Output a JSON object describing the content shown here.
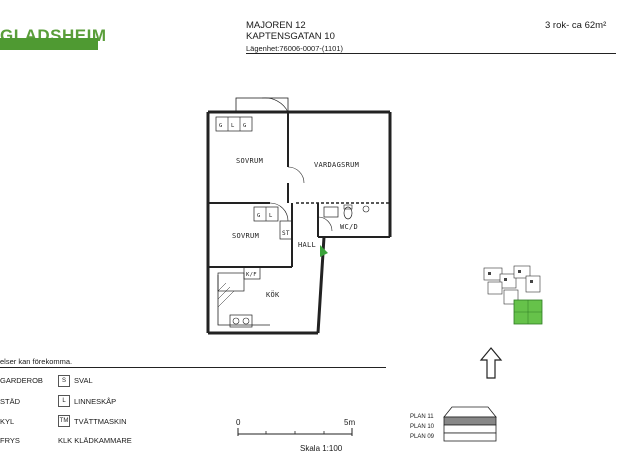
{
  "brand": {
    "name": "GLADSHEIM",
    "color": "#4f9a32"
  },
  "header": {
    "property": "MAJOREN 12",
    "street": "KAPTENSGATAN 10",
    "apartment": "Lägenhet:76006-0007-(1101)",
    "size": "3 rok- ca 62m²"
  },
  "rooms": {
    "bedroom1": "SOVRUM",
    "living": "VARDAGSRUM",
    "bedroom2": "SOVRUM",
    "wc": "WC/D",
    "hall": "HALL",
    "kitchen": "KÖK",
    "storage": "ST",
    "fridge": "K/F",
    "g1": "G",
    "g2": "L",
    "g3": "G",
    "g4": "G",
    "g5": "L"
  },
  "legend": {
    "note": "elser kan förekomma.",
    "left": [
      "GARDEROB",
      "STÄD",
      "KYL",
      "FRYS"
    ],
    "codes": [
      "S",
      "L",
      "TM"
    ],
    "right": [
      "SVAL",
      "LINNESKÅP",
      "TVÄTTMASKIN",
      "KLK KLÄDKAMMARE"
    ]
  },
  "scale": {
    "zero": "0",
    "five": "5m",
    "label": "Skala 1:100"
  },
  "floors": [
    "PLAN 11",
    "PLAN 10",
    "PLAN 09"
  ],
  "colors": {
    "accent": "#4f9a32",
    "line": "#222222",
    "highlight": "#66c24a"
  },
  "icons": {
    "compass": "north-arrow-icon",
    "locator": "building-locator-icon",
    "door": "entrance-marker-icon"
  }
}
